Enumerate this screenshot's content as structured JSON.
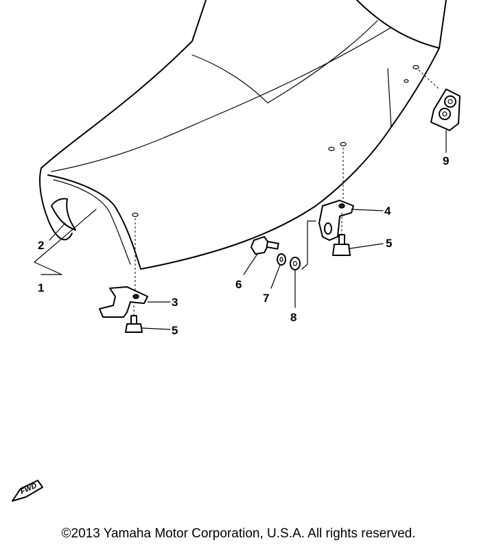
{
  "diagram": {
    "callouts": [
      {
        "id": "1",
        "label": "1"
      },
      {
        "id": "2",
        "label": "2"
      },
      {
        "id": "3",
        "label": "3"
      },
      {
        "id": "4",
        "label": "4"
      },
      {
        "id": "5a",
        "label": "5"
      },
      {
        "id": "5b",
        "label": "5"
      },
      {
        "id": "6",
        "label": "6"
      },
      {
        "id": "7",
        "label": "7"
      },
      {
        "id": "8",
        "label": "8"
      },
      {
        "id": "9",
        "label": "9"
      }
    ],
    "fwd_label": "FWD",
    "copyright": "©2013 Yamaha Motor Corporation, U.S.A. All rights reserved."
  }
}
